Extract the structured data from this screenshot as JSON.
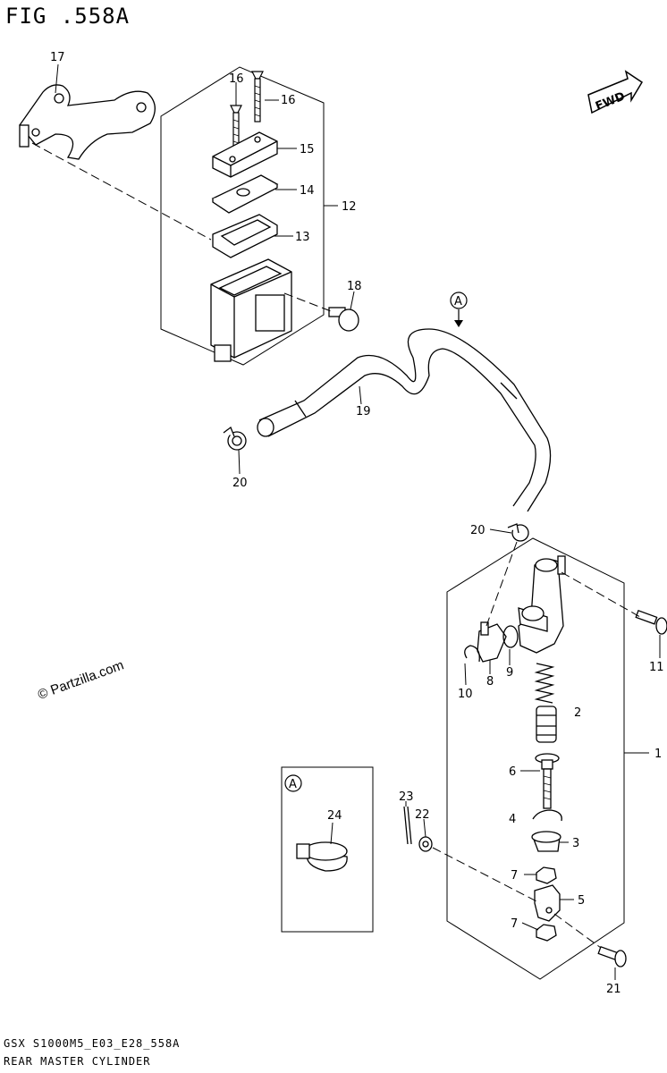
{
  "figure": {
    "title": "FIG .558A",
    "footer_code": "GSX  S1000M5_E03_E28_558A",
    "footer_name": "REAR MASTER CYLINDER",
    "watermark": "© Partzilla.com",
    "fwd_label": "FWD",
    "view_marker": "A"
  },
  "callouts": [
    {
      "id": "17",
      "text": "17"
    },
    {
      "id": "16a",
      "text": "16"
    },
    {
      "id": "16b",
      "text": "16"
    },
    {
      "id": "15",
      "text": "15"
    },
    {
      "id": "14",
      "text": "14"
    },
    {
      "id": "13",
      "text": "13"
    },
    {
      "id": "12",
      "text": "12"
    },
    {
      "id": "18",
      "text": "18"
    },
    {
      "id": "19",
      "text": "19"
    },
    {
      "id": "20a",
      "text": "20"
    },
    {
      "id": "20b",
      "text": "20"
    },
    {
      "id": "11",
      "text": "11"
    },
    {
      "id": "1",
      "text": "1"
    },
    {
      "id": "2",
      "text": "2"
    },
    {
      "id": "10",
      "text": "10"
    },
    {
      "id": "8",
      "text": "8"
    },
    {
      "id": "9",
      "text": "9"
    },
    {
      "id": "6",
      "text": "6"
    },
    {
      "id": "4",
      "text": "4"
    },
    {
      "id": "3",
      "text": "3"
    },
    {
      "id": "7a",
      "text": "7"
    },
    {
      "id": "5",
      "text": "5"
    },
    {
      "id": "7b",
      "text": "7"
    },
    {
      "id": "21",
      "text": "21"
    },
    {
      "id": "22",
      "text": "22"
    },
    {
      "id": "23",
      "text": "23"
    },
    {
      "id": "24",
      "text": "24"
    }
  ]
}
